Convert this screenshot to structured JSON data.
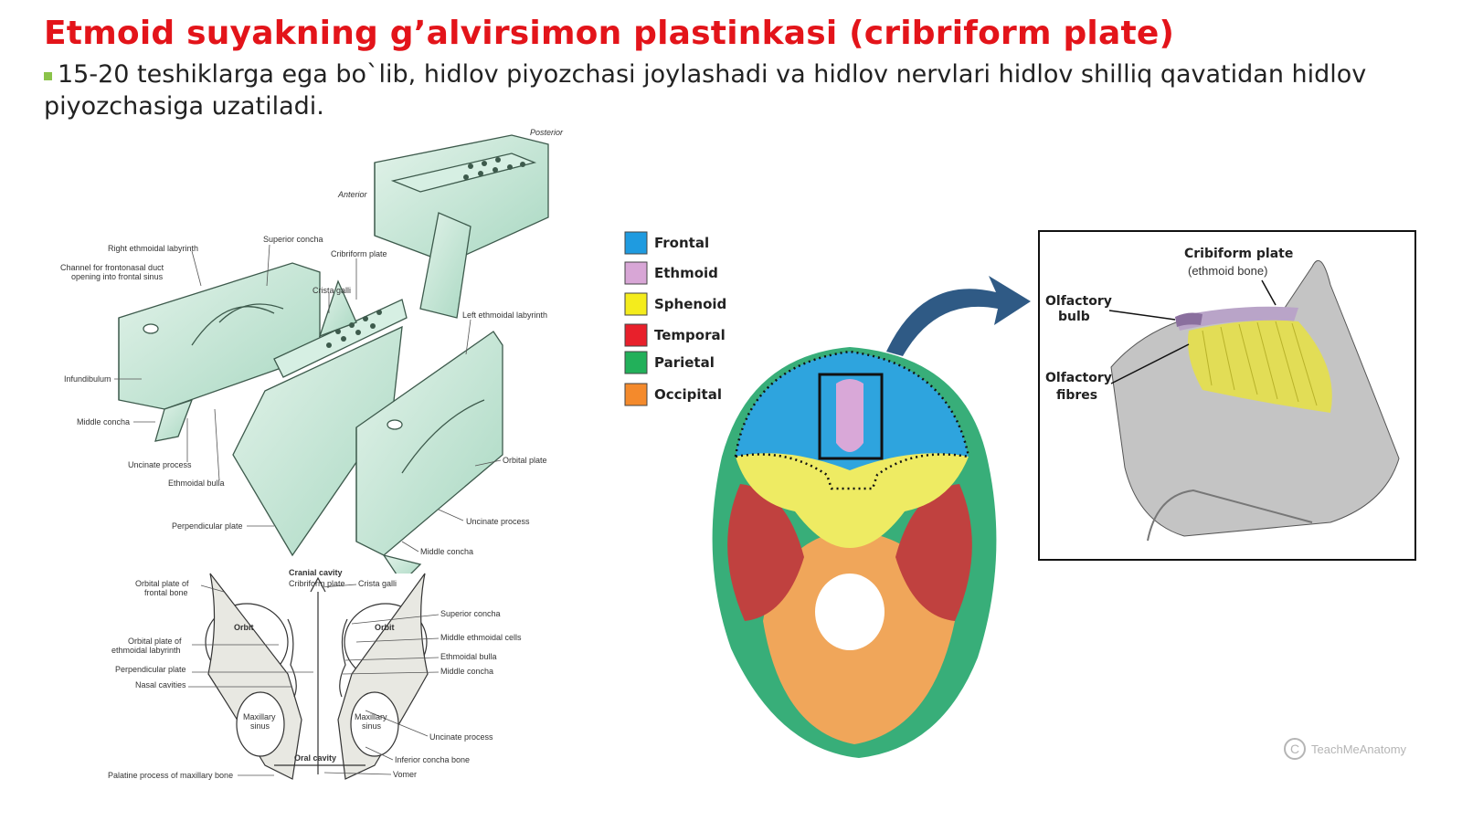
{
  "slide": {
    "title": "Etmoid suyakning g’alvirsimon plastinkasi (cribriform plate)",
    "body": "15-20 teshiklarga ega bo`lib, hidlov piyozchasi joylashadi va hidlov nervlari hidlov shilliq qavatidan hidlov piyozchasiga uzatiladi."
  },
  "ethmoid_diagram": {
    "labels": {
      "posterior": "Posterior",
      "anterior": "Anterior",
      "right_labyrinth": "Right ethmoidal labyrinth",
      "channel_1": "Channel for frontonasal duct",
      "channel_2": "opening into frontal sinus",
      "superior_concha": "Superior concha",
      "cribriform_plate": "Cribriform plate",
      "crista_galli": "Crista galli",
      "left_labyrinth": "Left ethmoidal labyrinth",
      "infundibulum": "Infundibulum",
      "middle_concha": "Middle concha",
      "uncinate_process": "Uncinate process",
      "ethmoidal_bulla": "Ethmoidal bulla",
      "orbital_plate": "Orbital plate",
      "perpendicular_plate": "Perpendicular plate",
      "uncinate_process_r": "Uncinate process",
      "middle_concha_r": "Middle concha"
    }
  },
  "coronal_diagram": {
    "labels": {
      "cranial_cavity": "Cranial cavity",
      "cribriform_plate": "Cribriform plate",
      "crista_galli": "Crista galli",
      "orbital_plate_frontal_1": "Orbital plate of",
      "orbital_plate_frontal_2": "frontal bone",
      "orbit_left": "Orbit",
      "orbit_right": "Orbit",
      "orbital_plate_ethmoid_1": "Orbital plate of",
      "orbital_plate_ethmoid_2": "ethmoidal labyrinth",
      "perpendicular_plate": "Perpendicular plate",
      "nasal_cavities": "Nasal cavities",
      "maxillary_sinus_l1": "Maxillary",
      "maxillary_sinus_l2": "sinus",
      "maxillary_sinus_r1": "Maxillary",
      "maxillary_sinus_r2": "sinus",
      "oral_cavity": "Oral cavity",
      "palatine_process": "Palatine process of maxillary bone",
      "superior_concha": "Superior concha",
      "middle_ethmoidal_cells": "Middle ethmoidal cells",
      "ethmoidal_bulla": "Ethmoidal bulla",
      "middle_concha": "Middle concha",
      "uncinate_process": "Uncinate process",
      "inferior_concha_bone": "Inferior concha bone",
      "vomer": "Vomer"
    }
  },
  "legend": {
    "items": [
      {
        "label": "Frontal",
        "color": "#1f9be0"
      },
      {
        "label": "Ethmoid",
        "color": "#d8a6d6"
      },
      {
        "label": "Sphenoid",
        "color": "#f4ec1c"
      },
      {
        "label": "Temporal",
        "color": "#e8202b"
      },
      {
        "label": "Parietal",
        "color": "#22b05a"
      },
      {
        "label": "Occipital",
        "color": "#f48a2c"
      }
    ]
  },
  "inset": {
    "cribriform_title": "Cribiform plate",
    "cribriform_sub": "(ethmoid bone)",
    "olfactory_bulb_1": "Olfactory",
    "olfactory_bulb_2": "bulb",
    "olfactory_fibres_1": "Olfactory",
    "olfactory_fibres_2": "fibres"
  },
  "watermark": "TeachMeAnatomy"
}
